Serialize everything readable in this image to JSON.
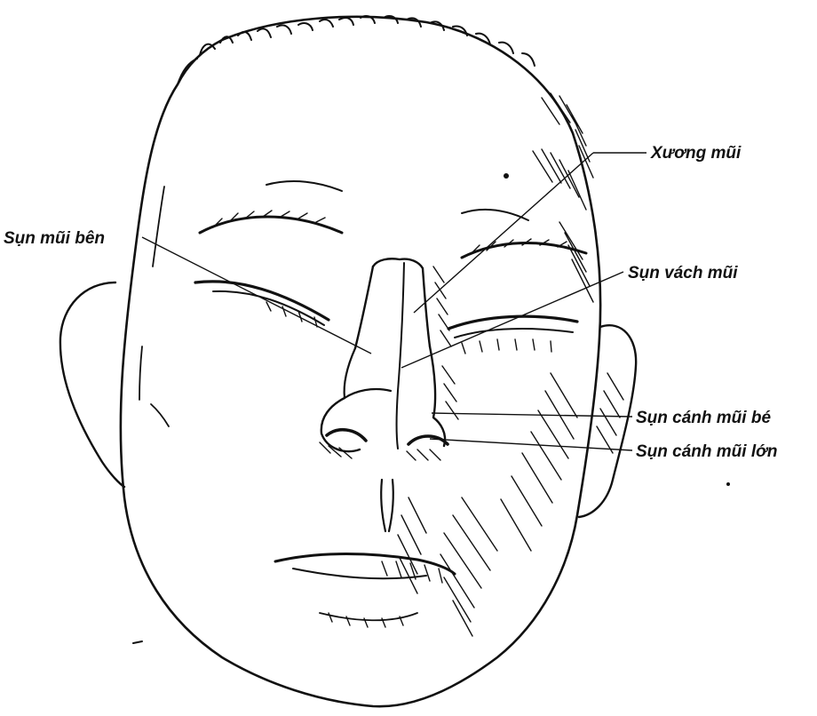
{
  "figure": {
    "labels": {
      "nasal_bone": "Xương mũi",
      "lateral_nasal_cartilage": "Sụn mũi bên",
      "septal_cartilage": "Sụn vách mũi",
      "minor_alar_cartilage": "Sụn cánh mũi bé",
      "major_alar_cartilage": "Sụn cánh mũi lớn"
    }
  },
  "colors": {
    "ink": "#111111",
    "background": "#ffffff"
  }
}
